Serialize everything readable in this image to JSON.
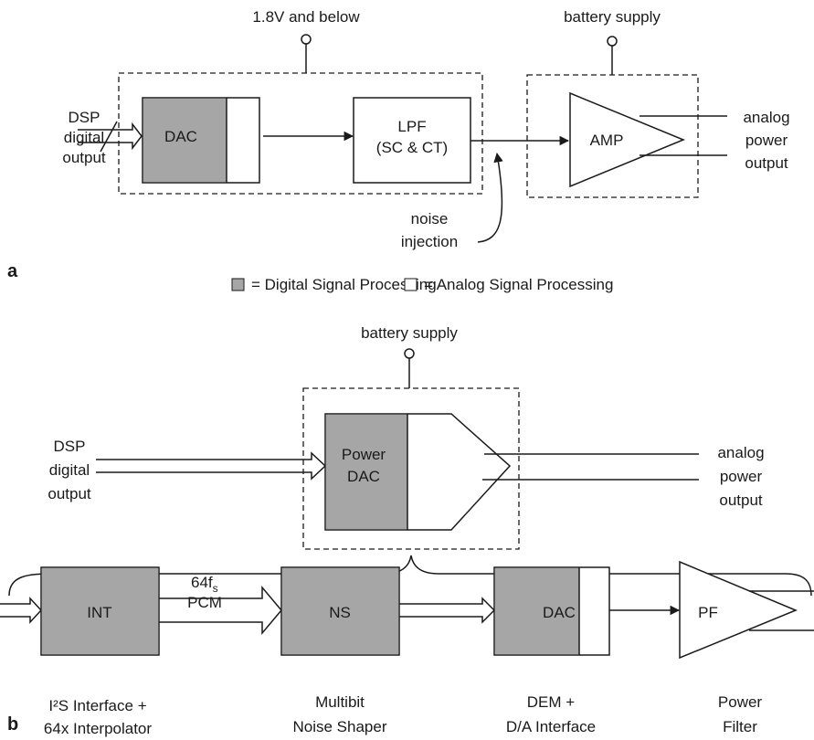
{
  "colors": {
    "digital": "#a6a6a6",
    "analog": "#ffffff",
    "line": "#1a1a1a"
  },
  "a": {
    "panel_label": "a",
    "supply1": "1.8V and below",
    "supply2": "battery supply",
    "input": [
      "DSP",
      "digital",
      "output"
    ],
    "dac": "DAC",
    "lpf": [
      "LPF",
      "(SC & CT)"
    ],
    "amp": "AMP",
    "output": [
      "analog",
      "power",
      "output"
    ],
    "noise": [
      "noise",
      "injection"
    ]
  },
  "legend": {
    "digital": "= Digital Signal Processing",
    "analog": "= Analog Signal Processing"
  },
  "b": {
    "panel_label": "b",
    "supply": "battery supply",
    "input": [
      "DSP",
      "digital",
      "output"
    ],
    "power_dac": [
      "Power",
      "DAC"
    ],
    "output": [
      "analog",
      "power",
      "output"
    ],
    "int": "INT",
    "rate": [
      "64f",
      "s",
      "PCM"
    ],
    "ns": "NS",
    "dac": "DAC",
    "pf": "PF",
    "captions": {
      "int": [
        "I²S Interface +",
        "64x Interpolator"
      ],
      "ns": [
        "Multibit",
        "Noise Shaper"
      ],
      "dac": [
        "DEM +",
        "D/A Interface"
      ],
      "pf": [
        "Power",
        "Filter"
      ]
    }
  }
}
